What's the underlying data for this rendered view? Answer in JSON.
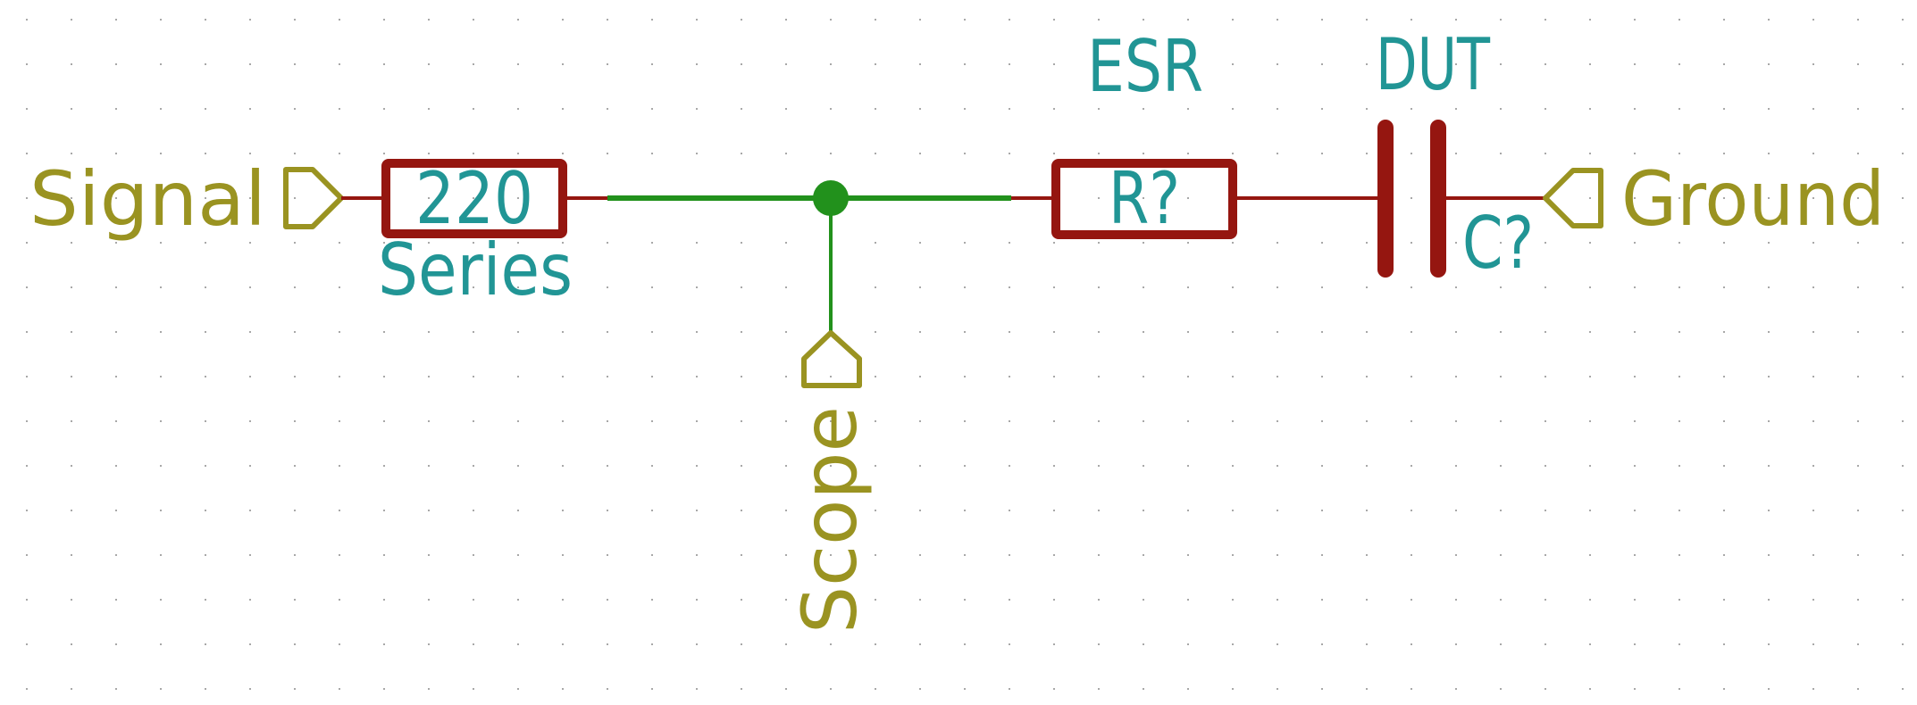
{
  "colors": {
    "background": "#ffffff",
    "grid_dot": "#a8a8a8",
    "component": "#951610",
    "wire": "#22911c",
    "label": "#9a9321",
    "field_text": "#219595"
  },
  "schematic": {
    "labels": {
      "signal": "Signal",
      "ground": "Ground",
      "scope": "Scope"
    },
    "components": {
      "series_resistor": {
        "value": "220",
        "reference": "Series"
      },
      "esr_resistor": {
        "value": "R?",
        "reference": "ESR"
      },
      "dut_capacitor": {
        "value": "C?",
        "reference": "DUT"
      }
    }
  }
}
